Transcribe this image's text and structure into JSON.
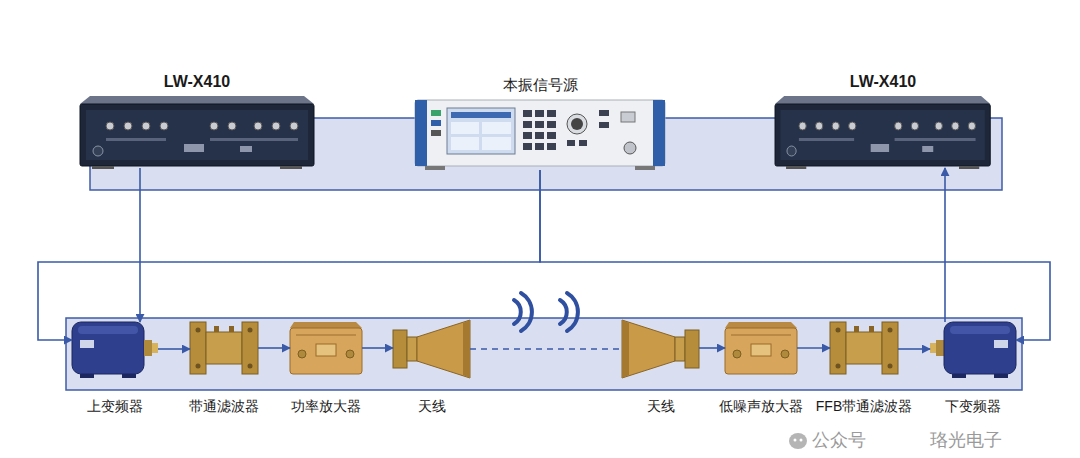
{
  "diagram": {
    "nodes": [
      {
        "text": [
          "LW-X410"
        ]
      },
      {
        "text": [
          "本振信号源"
        ]
      },
      {
        "text": [
          "LW-X410"
        ]
      },
      {
        "text": [
          "上变频器"
        ]
      },
      {
        "text": [
          "带通滤波器"
        ]
      },
      {
        "text": [
          "功率放大器"
        ]
      },
      {
        "text": [
          "天线"
        ]
      },
      {
        "text": [
          "天线"
        ]
      },
      {
        "text": [
          "低噪声放大器"
        ]
      },
      {
        "text": [
          "FFB带通滤波器"
        ]
      },
      {
        "text": [
          "下变频器"
        ]
      }
    ],
    "edges": [
      {
        "from": 0,
        "to": 3,
        "arrow": "to"
      },
      {
        "from": 1,
        "to": 3,
        "arrow": "to"
      },
      {
        "from": 1,
        "to": 10,
        "arrow": "to"
      },
      {
        "from": 3,
        "to": 4,
        "arrow": "to"
      },
      {
        "from": 4,
        "to": 5,
        "arrow": "to"
      },
      {
        "from": 5,
        "to": 6,
        "arrow": "to"
      },
      {
        "from": 6,
        "to": 7,
        "arrow": "none"
      },
      {
        "from": 7,
        "to": 8,
        "arrow": "to"
      },
      {
        "from": 8,
        "to": 9,
        "arrow": "to"
      },
      {
        "from": 9,
        "to": 10,
        "arrow": "to"
      },
      {
        "from": 10,
        "to": 2,
        "arrow": "to"
      }
    ],
    "labels": [
      "公众号",
      "珞光电子"
    ]
  }
}
